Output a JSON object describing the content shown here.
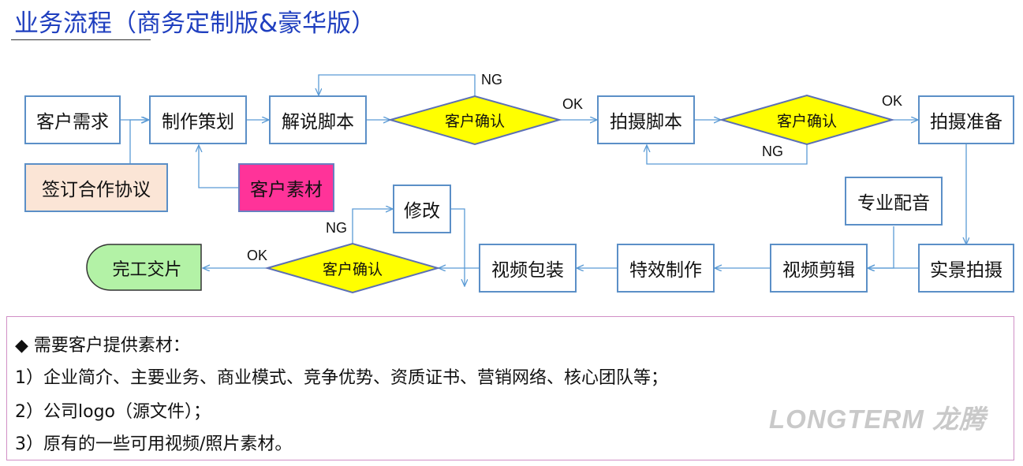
{
  "title": "业务流程（商务定制版&豪华版）",
  "nodes": {
    "customer_demand": "客户需求",
    "planning": "制作策划",
    "narration_script": "解说脚本",
    "customer_confirm_1": "客户确认",
    "shooting_script": "拍摄脚本",
    "customer_confirm_2": "客户确认",
    "shooting_prep": "拍摄准备",
    "sign_agreement": "签订合作协议",
    "customer_material": "客户素材",
    "revise": "修改",
    "pro_voiceover": "专业配音",
    "done": "完工交片",
    "customer_confirm_3": "客户确认",
    "video_packaging": "视频包装",
    "effects": "特效制作",
    "video_editing": "视频剪辑",
    "live_shooting": "实景拍摄"
  },
  "edge_labels": {
    "ng_1": "NG",
    "ok_1": "OK",
    "ok_2": "OK",
    "ng_2": "NG",
    "ng_3": "NG",
    "ok_3": "OK"
  },
  "notes": {
    "heading": "◆ 需要客户提供素材：",
    "item1": "1）企业简介、主要业务、商业模式、竞争优势、资质证书、营销网络、核心团队等；",
    "item2": "2）公司logo（源文件）；",
    "item3": "3）原有的一些可用视频/照片素材。"
  },
  "brand": "LONGTERM 龙腾",
  "colors": {
    "box_border": "#5b8fc7",
    "diamond_fill": "#ffff00",
    "diamond_border": "#5b6fb5",
    "sign_fill": "#fbe5d6",
    "material_fill": "#ff3399",
    "done_fill": "#b3f2a6",
    "title_color": "#1f3fbf"
  }
}
